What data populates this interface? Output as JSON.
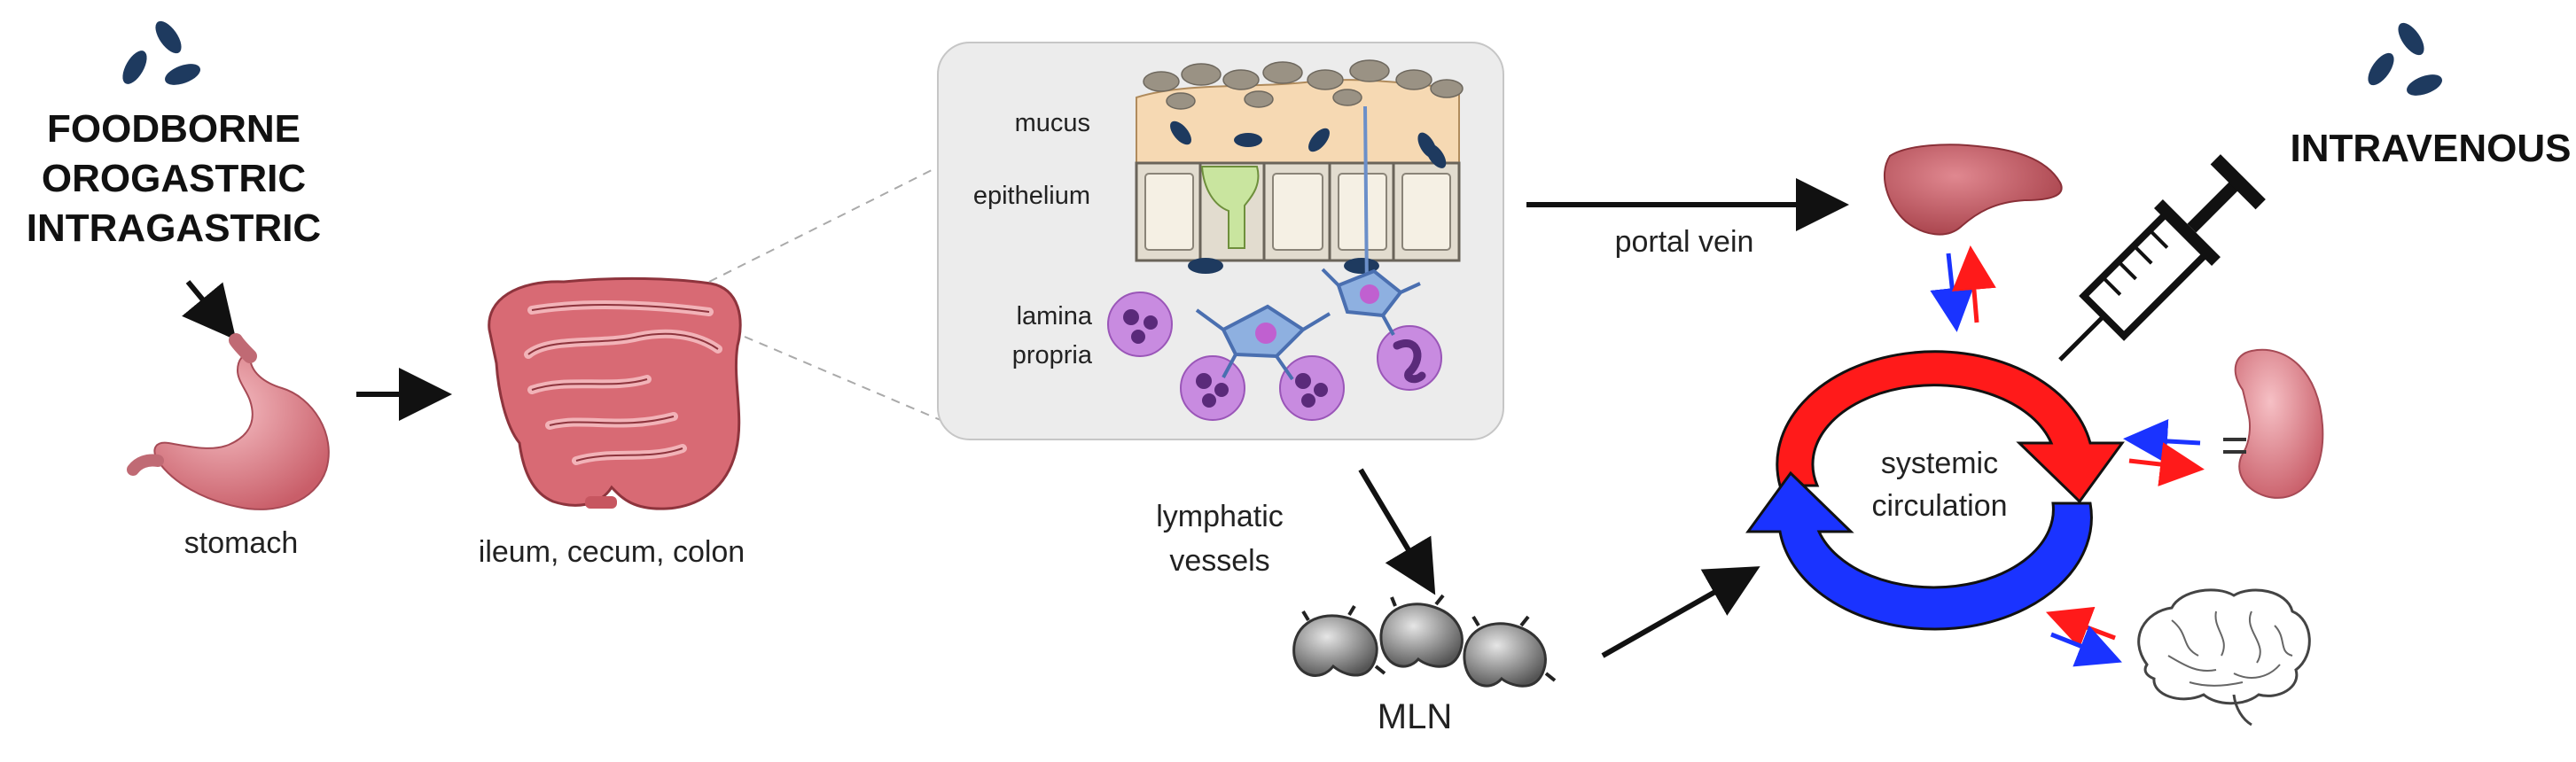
{
  "routes": {
    "oral": [
      "FOODBORNE",
      "OROGASTRIC",
      "INTRAGASTRIC"
    ],
    "intravenous": "INTRAVENOUS"
  },
  "organs": {
    "stomach": "stomach",
    "intestine": "ileum, cecum, colon",
    "mln": "MLN"
  },
  "tissue_layers": {
    "mucus": "mucus",
    "epithelium": "epithelium",
    "lamina_propria": [
      "lamina",
      "propria"
    ]
  },
  "paths": {
    "portal_vein": "portal vein",
    "lymphatic": [
      "lymphatic",
      "vessels"
    ]
  },
  "circulation": [
    "systemic",
    "circulation"
  ],
  "colors": {
    "bacteria": "#1e3a5f",
    "organ_pink": "#e58a92",
    "liver": "#c4575f",
    "arterial_red": "#ff1a1a",
    "venous_blue": "#1a33ff",
    "inset_bg": "#ececec",
    "mucus": "#f6d9b3",
    "goblet_cell": "#c9e59f",
    "immune_cell": "#c88be0"
  }
}
